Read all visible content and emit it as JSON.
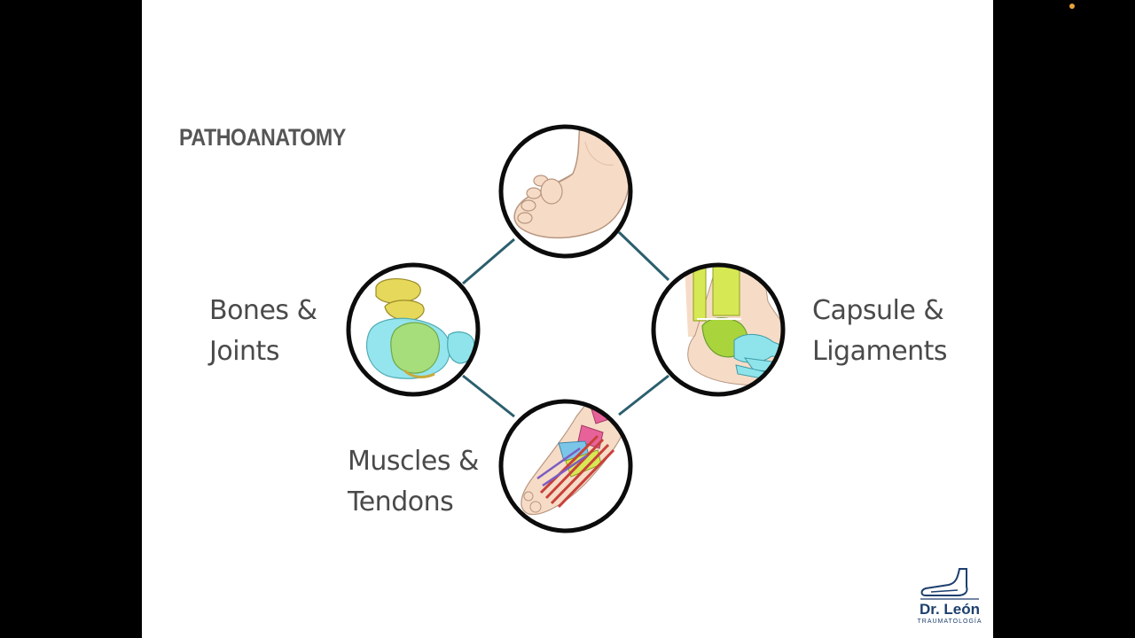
{
  "slide": {
    "title": "PATHOANATOMY"
  },
  "nodes": [
    {
      "id": "top",
      "label_lines": []
    },
    {
      "id": "left",
      "label_lines": [
        "Bones &",
        "Joints"
      ]
    },
    {
      "id": "right",
      "label_lines": [
        "Capsule &",
        "Ligaments"
      ]
    },
    {
      "id": "bottom",
      "label_lines": [
        "Muscles &",
        "Tendons"
      ]
    }
  ],
  "logo": {
    "name": "Dr. León",
    "subtitle": "TRAUMATOLOGÍA"
  },
  "colors": {
    "connector": "#2b5f6e",
    "circle_border": "#0c0c0c",
    "skin": "#f6dcc6",
    "bone_yellow": "#e6d85a",
    "bone_cyan": "#8fe4ec",
    "bone_green": "#a9dd66",
    "tendon_red": "#c8403b",
    "tendon_pink": "#e8629a",
    "logo_blue": "#1d3f6e",
    "recording_dot": "#e8a33c"
  }
}
